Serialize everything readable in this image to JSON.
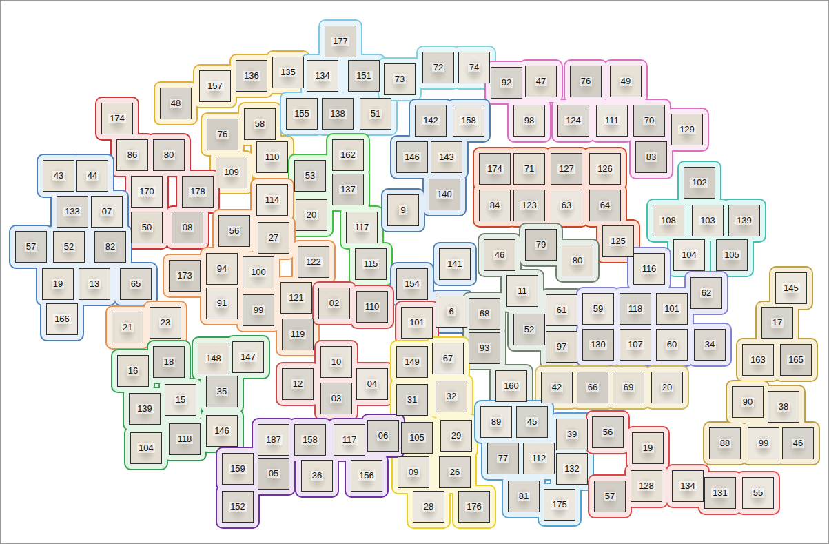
{
  "diagram": {
    "nodes": [
      {
        "text": [
          "135"
        ]
      },
      {
        "text": [
          "136"
        ]
      },
      {
        "text": [
          "157"
        ]
      },
      {
        "text": [
          "48"
        ]
      },
      {
        "text": [
          "58"
        ]
      },
      {
        "text": [
          "76"
        ]
      },
      {
        "text": [
          "109"
        ]
      },
      {
        "text": [
          "110"
        ]
      },
      {
        "text": [
          "177"
        ]
      },
      {
        "text": [
          "134"
        ]
      },
      {
        "text": [
          "151"
        ]
      },
      {
        "text": [
          "155"
        ]
      },
      {
        "text": [
          "138"
        ]
      },
      {
        "text": [
          "51"
        ]
      },
      {
        "text": [
          "73"
        ]
      },
      {
        "text": [
          "72"
        ]
      },
      {
        "text": [
          "74"
        ]
      },
      {
        "text": [
          "92"
        ]
      },
      {
        "text": [
          "47"
        ]
      },
      {
        "text": [
          "76"
        ]
      },
      {
        "text": [
          "49"
        ]
      },
      {
        "text": [
          "98"
        ]
      },
      {
        "text": [
          "124"
        ]
      },
      {
        "text": [
          "111"
        ]
      },
      {
        "text": [
          "70"
        ]
      },
      {
        "text": [
          "129"
        ]
      },
      {
        "text": [
          "83"
        ]
      },
      {
        "text": [
          "174"
        ]
      },
      {
        "text": [
          "86"
        ]
      },
      {
        "text": [
          "80"
        ]
      },
      {
        "text": [
          "170"
        ]
      },
      {
        "text": [
          "178"
        ]
      },
      {
        "text": [
          "50"
        ]
      },
      {
        "text": [
          "08"
        ]
      },
      {
        "text": [
          "43"
        ]
      },
      {
        "text": [
          "44"
        ]
      },
      {
        "text": [
          "133"
        ]
      },
      {
        "text": [
          "07"
        ]
      },
      {
        "text": [
          "57"
        ]
      },
      {
        "text": [
          "52"
        ]
      },
      {
        "text": [
          "82"
        ]
      },
      {
        "text": [
          "19"
        ]
      },
      {
        "text": [
          "13"
        ]
      },
      {
        "text": [
          "65"
        ]
      },
      {
        "text": [
          "166"
        ]
      },
      {
        "text": [
          "53"
        ]
      },
      {
        "text": [
          "162"
        ]
      },
      {
        "text": [
          "137"
        ]
      },
      {
        "text": [
          "20"
        ]
      },
      {
        "text": [
          "117"
        ]
      },
      {
        "text": [
          "115"
        ]
      },
      {
        "text": [
          "114"
        ]
      },
      {
        "text": [
          "56"
        ]
      },
      {
        "text": [
          "27"
        ]
      },
      {
        "text": [
          "173"
        ]
      },
      {
        "text": [
          "94"
        ]
      },
      {
        "text": [
          "100"
        ]
      },
      {
        "text": [
          "122"
        ]
      },
      {
        "text": [
          "91"
        ]
      },
      {
        "text": [
          "99"
        ]
      },
      {
        "text": [
          "121"
        ]
      },
      {
        "text": [
          "119"
        ]
      },
      {
        "text": [
          "21"
        ]
      },
      {
        "text": [
          "23"
        ]
      },
      {
        "text": [
          "142"
        ]
      },
      {
        "text": [
          "158"
        ]
      },
      {
        "text": [
          "146"
        ]
      },
      {
        "text": [
          "143"
        ]
      },
      {
        "text": [
          "140"
        ]
      },
      {
        "text": [
          "9"
        ]
      },
      {
        "text": [
          "141"
        ]
      },
      {
        "text": [
          "154"
        ]
      },
      {
        "text": [
          "6"
        ]
      },
      {
        "text": [
          "174"
        ]
      },
      {
        "text": [
          "71"
        ]
      },
      {
        "text": [
          "127"
        ]
      },
      {
        "text": [
          "126"
        ]
      },
      {
        "text": [
          "84"
        ]
      },
      {
        "text": [
          "123"
        ]
      },
      {
        "text": [
          "63"
        ]
      },
      {
        "text": [
          "64"
        ]
      },
      {
        "text": [
          "125"
        ]
      },
      {
        "text": [
          "102"
        ]
      },
      {
        "text": [
          "108"
        ]
      },
      {
        "text": [
          "103"
        ]
      },
      {
        "text": [
          "139"
        ]
      },
      {
        "text": [
          "104"
        ]
      },
      {
        "text": [
          "105"
        ]
      },
      {
        "text": [
          "02"
        ]
      },
      {
        "text": [
          "110"
        ]
      },
      {
        "text": [
          "101"
        ]
      },
      {
        "text": [
          "10"
        ]
      },
      {
        "text": [
          "12"
        ]
      },
      {
        "text": [
          "04"
        ]
      },
      {
        "text": [
          "03"
        ]
      },
      {
        "text": [
          "46"
        ]
      },
      {
        "text": [
          "79"
        ]
      },
      {
        "text": [
          "80"
        ]
      },
      {
        "text": [
          "11"
        ]
      },
      {
        "text": [
          "68"
        ]
      },
      {
        "text": [
          "61"
        ]
      },
      {
        "text": [
          "52"
        ]
      },
      {
        "text": [
          "97"
        ]
      },
      {
        "text": [
          "93"
        ]
      },
      {
        "text": [
          "160"
        ]
      },
      {
        "text": [
          "116"
        ]
      },
      {
        "text": [
          "62"
        ]
      },
      {
        "text": [
          "59"
        ]
      },
      {
        "text": [
          "118"
        ]
      },
      {
        "text": [
          "101"
        ]
      },
      {
        "text": [
          "130"
        ]
      },
      {
        "text": [
          "107"
        ]
      },
      {
        "text": [
          "60"
        ]
      },
      {
        "text": [
          "34"
        ]
      },
      {
        "text": [
          "145"
        ]
      },
      {
        "text": [
          "17"
        ]
      },
      {
        "text": [
          "163"
        ]
      },
      {
        "text": [
          "165"
        ]
      },
      {
        "text": [
          "90"
        ]
      },
      {
        "text": [
          "38"
        ]
      },
      {
        "text": [
          "88"
        ]
      },
      {
        "text": [
          "99"
        ]
      },
      {
        "text": [
          "46"
        ]
      },
      {
        "text": [
          "42"
        ]
      },
      {
        "text": [
          "66"
        ]
      },
      {
        "text": [
          "69"
        ]
      },
      {
        "text": [
          "20"
        ]
      },
      {
        "text": [
          "149"
        ]
      },
      {
        "text": [
          "67"
        ]
      },
      {
        "text": [
          "31"
        ]
      },
      {
        "text": [
          "32"
        ]
      },
      {
        "text": [
          "105"
        ]
      },
      {
        "text": [
          "29"
        ]
      },
      {
        "text": [
          "09"
        ]
      },
      {
        "text": [
          "26"
        ]
      },
      {
        "text": [
          "28"
        ]
      },
      {
        "text": [
          "176"
        ]
      },
      {
        "text": [
          "16"
        ]
      },
      {
        "text": [
          "18"
        ]
      },
      {
        "text": [
          "148"
        ]
      },
      {
        "text": [
          "147"
        ]
      },
      {
        "text": [
          "139"
        ]
      },
      {
        "text": [
          "15"
        ]
      },
      {
        "text": [
          "35"
        ]
      },
      {
        "text": [
          "104"
        ]
      },
      {
        "text": [
          "118"
        ]
      },
      {
        "text": [
          "146"
        ]
      },
      {
        "text": [
          "187"
        ]
      },
      {
        "text": [
          "158"
        ]
      },
      {
        "text": [
          "117"
        ]
      },
      {
        "text": [
          "06"
        ]
      },
      {
        "text": [
          "159"
        ]
      },
      {
        "text": [
          "05"
        ]
      },
      {
        "text": [
          "36"
        ]
      },
      {
        "text": [
          "156"
        ]
      },
      {
        "text": [
          "152"
        ]
      },
      {
        "text": [
          "89"
        ]
      },
      {
        "text": [
          "45"
        ]
      },
      {
        "text": [
          "39"
        ]
      },
      {
        "text": [
          "77"
        ]
      },
      {
        "text": [
          "112"
        ]
      },
      {
        "text": [
          "132"
        ]
      },
      {
        "text": [
          "81"
        ]
      },
      {
        "text": [
          "175"
        ]
      },
      {
        "text": [
          "56"
        ]
      },
      {
        "text": [
          "19"
        ]
      },
      {
        "text": [
          "57"
        ]
      },
      {
        "text": [
          "128"
        ]
      },
      {
        "text": [
          "134"
        ]
      },
      {
        "text": [
          "131"
        ]
      },
      {
        "text": [
          "55"
        ]
      }
    ]
  }
}
